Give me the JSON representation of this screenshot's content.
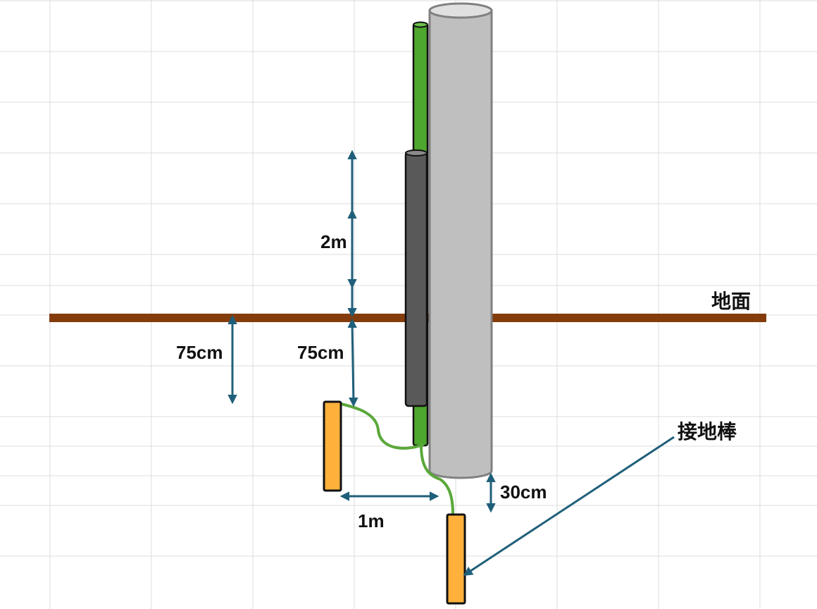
{
  "labels": {
    "ground": "地面",
    "height_above": "2m",
    "depth_left": "75cm",
    "depth_center": "75cm",
    "rod_spacing": "1m",
    "pole_gap": "30cm",
    "ground_rod": "接地棒"
  },
  "colors": {
    "grid_line": "#dcdcdc",
    "ground_line": "#843c0c",
    "pole_fill": "#bfbfbf",
    "pole_stroke": "#808080",
    "pole_top": "#e0e0e0",
    "conduit_green": "#4ea72e",
    "protector_dark": "#595959",
    "rod_fill": "#ffb13b",
    "wire_green": "#5aa83a",
    "dimension_arrow": "#1f5f7a",
    "text": "#111111"
  },
  "icons": {
    "arrowhead": "arrow-head-icon"
  }
}
